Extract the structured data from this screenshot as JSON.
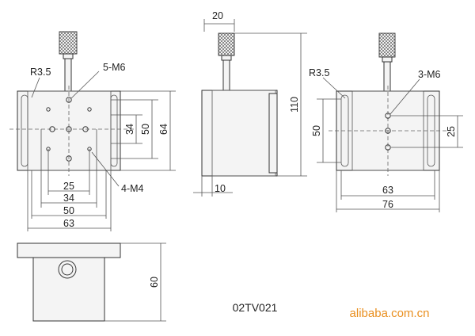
{
  "model": "02TV021",
  "watermark": "alibaba.com.cn",
  "front_view": {
    "radius_label": "R3.5",
    "thread_top_label": "5-M6",
    "thread_bottom_label": "4-M4",
    "dim_25": "25",
    "dim_34_horizontal": "34",
    "dim_50_horizontal": "50",
    "dim_63": "63",
    "dim_34_vertical": "34",
    "dim_50_vertical": "50",
    "dim_64": "64"
  },
  "side_view": {
    "dim_20": "20",
    "dim_110": "110",
    "dim_10": "10"
  },
  "right_view": {
    "radius_label": "R3.5",
    "thread_label": "3-M6",
    "dim_50": "50",
    "dim_25": "25",
    "dim_63": "63",
    "dim_76": "76"
  },
  "bottom_view": {
    "dim_60": "60"
  },
  "colors": {
    "watermark": "#e98f1f",
    "lines": "#3a3a3a"
  }
}
